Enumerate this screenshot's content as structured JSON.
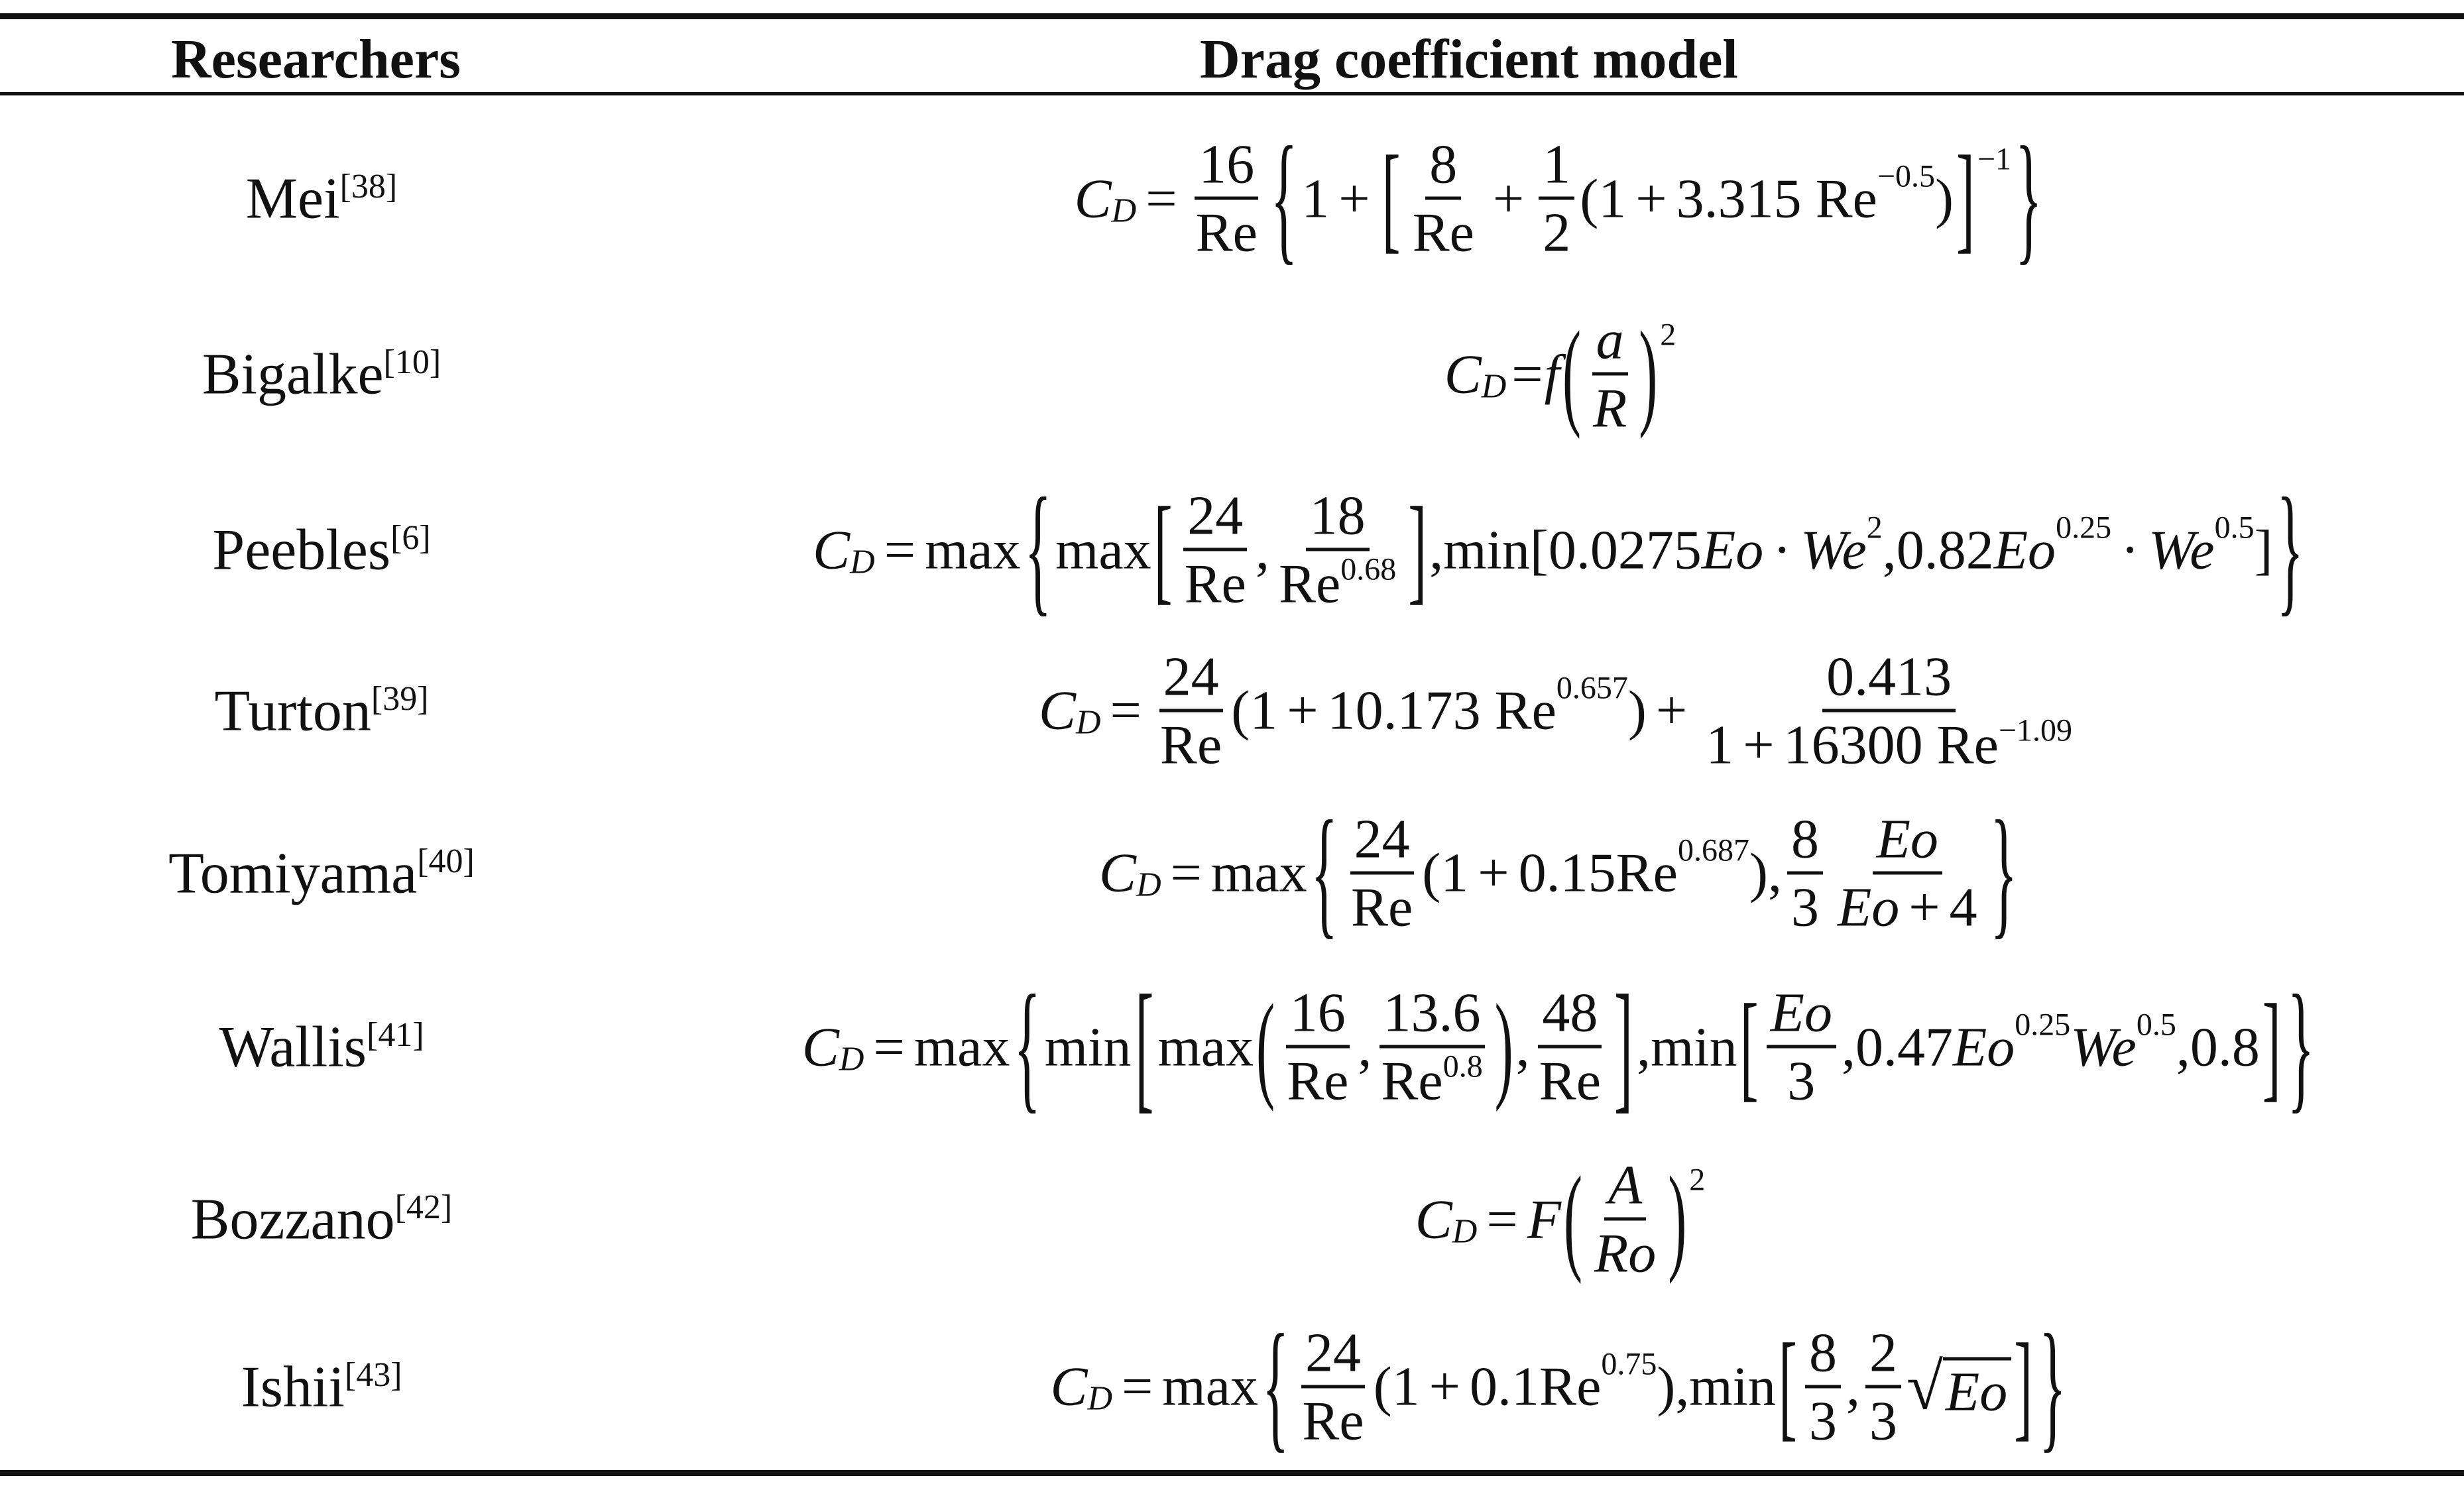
{
  "table": {
    "headers": {
      "researchers": "Researchers",
      "model": "Drag coefficient model"
    },
    "rows": [
      {
        "name": "Mei",
        "ref": "[38]"
      },
      {
        "name": "Bigalke",
        "ref": "[10]"
      },
      {
        "name": "Peebles",
        "ref": "[6]"
      },
      {
        "name": "Turton",
        "ref": "[39]"
      },
      {
        "name": "Tomiyama",
        "ref": "[40]"
      },
      {
        "name": "Wallis",
        "ref": "[41]"
      },
      {
        "name": "Bozzano",
        "ref": "[42]"
      },
      {
        "name": "Ishii",
        "ref": "[43]"
      }
    ]
  },
  "math": {
    "C": "C",
    "D": "D",
    "eq": "=",
    "plus": "+",
    "times": "·",
    "comma": ",",
    "max": "max",
    "min": "min",
    "Re": "Re",
    "Eo": "Eo",
    "We": "We",
    "Ro": "Ro",
    "one": "1",
    "two": "2",
    "three": "3",
    "four": "4",
    "eight": "8",
    "sixteen": "16",
    "twentyfour": "24",
    "eighteen": "18",
    "fortyeight": "48",
    "minus_one": "−1",
    "mei_k": "3.315",
    "mei_exp": "−0.5",
    "big_f": "F",
    "small_f": "f",
    "a": "a",
    "A": "A",
    "R": "R",
    "sq": "2",
    "peebles_exp": "0.68",
    "peebles_c1": "0.0275",
    "peebles_c2": "0.82",
    "exp_025": "0.25",
    "exp_05": "0.5",
    "turton_c": "10.173",
    "turton_exp": "0.657",
    "turton_num": "0.413",
    "turton_c2": "16300",
    "turton_exp2": "−1.09",
    "tomi_c": "0.15",
    "tomi_exp": "0.687",
    "wallis_num": "13.6",
    "wallis_exp": "0.8",
    "wallis_c": "0.47",
    "wallis_end": "0.8",
    "ishii_c": "0.1",
    "ishii_exp": "0.75"
  }
}
